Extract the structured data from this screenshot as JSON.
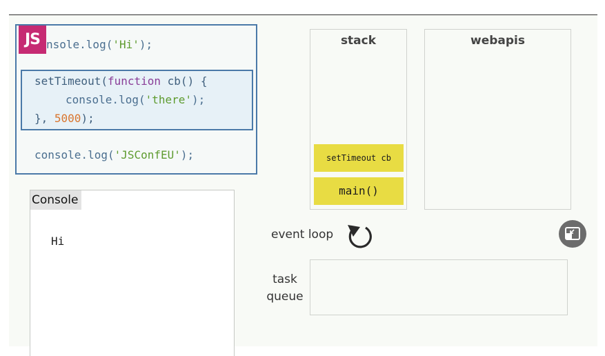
{
  "code": {
    "badge": "JS",
    "line1": {
      "prefix": "nsole.log(",
      "str": "'Hi'",
      "suffix": ");"
    },
    "line2": {
      "fn": "setTimeout(",
      "kw": "function",
      "rest": " cb() {"
    },
    "line3": {
      "prefix": "console.log(",
      "str": "'there'",
      "suffix": ");"
    },
    "line4": {
      "prefix": "}, ",
      "num": "5000",
      "suffix": ");"
    },
    "line5": {
      "prefix": "console.log(",
      "str": "'JSConfEU'",
      "suffix": ");"
    }
  },
  "console": {
    "title": "Console",
    "output": [
      "Hi"
    ]
  },
  "stack": {
    "label": "stack",
    "frames": [
      "setTimeout cb",
      "main()"
    ]
  },
  "webapis": {
    "label": "webapis"
  },
  "event_loop": {
    "label": "event loop"
  },
  "task_queue": {
    "label_line1": "task",
    "label_line2": "queue"
  },
  "colors": {
    "badge": "#c62b73",
    "frame": "#e8dc43",
    "code_border": "#4a79a8",
    "string": "#5e9b2f",
    "keyword": "#8a3e98",
    "number": "#d9752e"
  },
  "icons": {
    "event_loop": "circular-arrow-icon",
    "pip": "picture-in-picture-icon"
  }
}
